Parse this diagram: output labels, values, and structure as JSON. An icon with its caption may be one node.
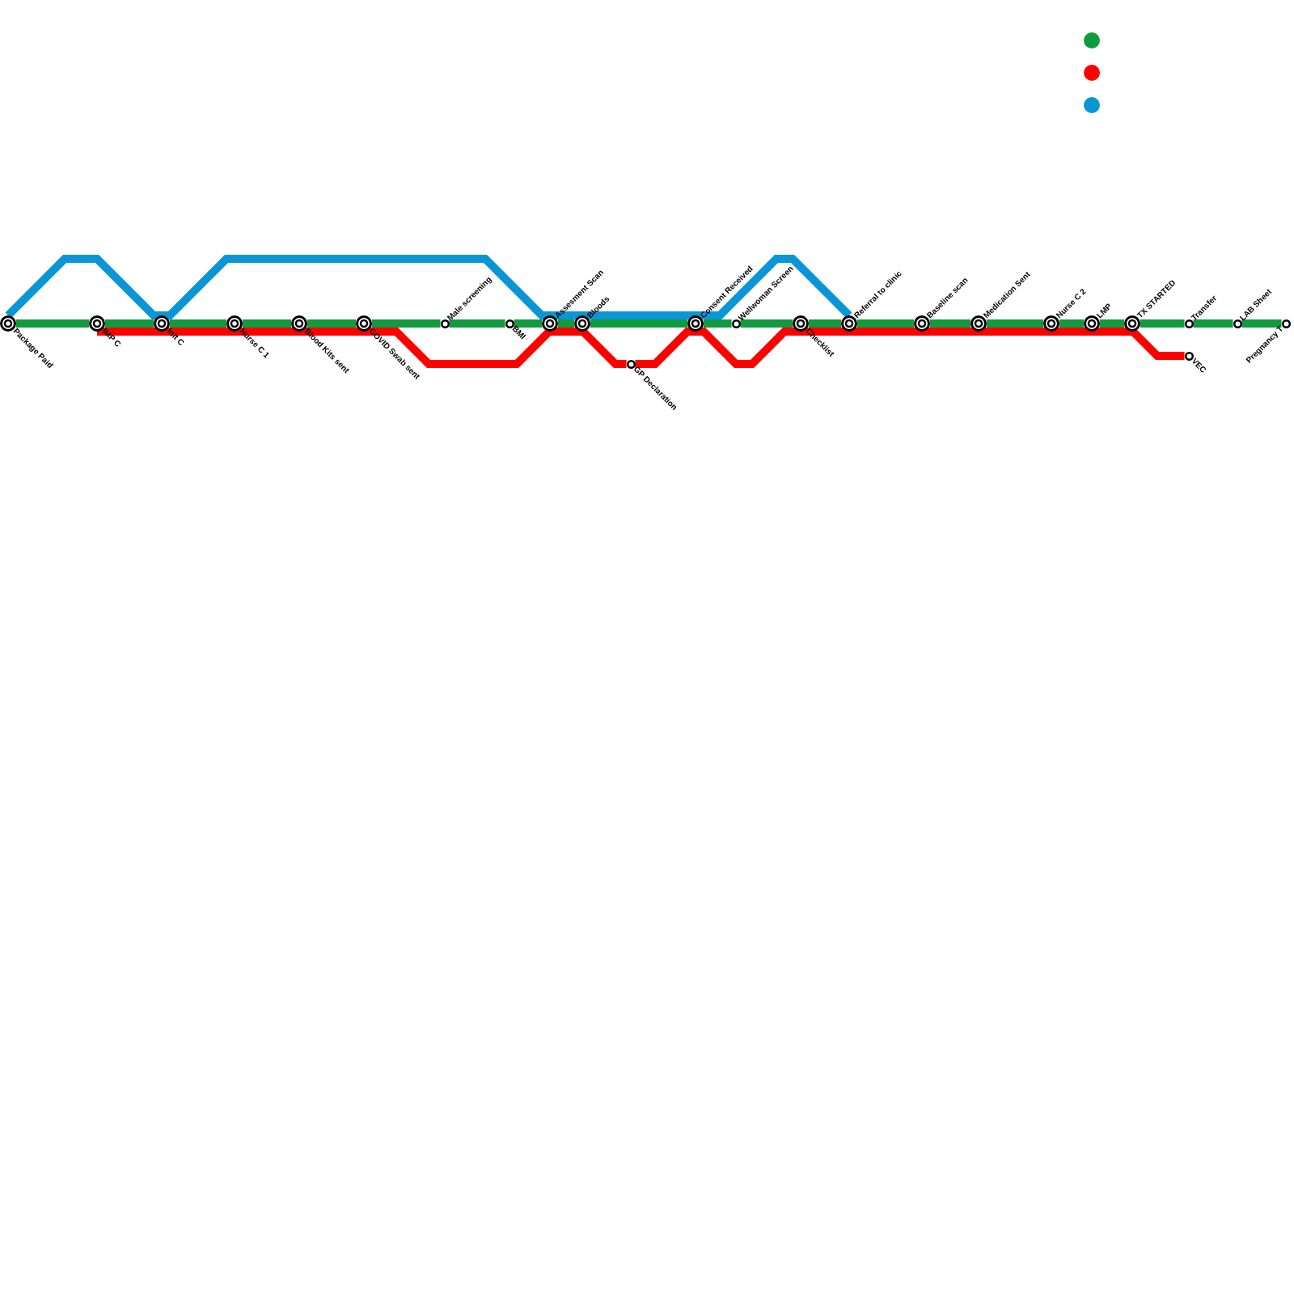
{
  "diagram": {
    "nodes": [
      {
        "text": [],
        "shape": "dot"
      },
      {
        "text": [],
        "shape": "dot"
      },
      {
        "text": [],
        "shape": "dot"
      },
      {
        "text": [],
        "shape": "target",
        "beside": [
          "Package Paid"
        ]
      },
      {
        "text": [],
        "shape": "target",
        "beside": [
          "IMP C"
        ]
      },
      {
        "text": [],
        "shape": "target",
        "beside": [
          "Init C"
        ]
      },
      {
        "text": [],
        "shape": "target",
        "beside": [
          "Nurse C 1"
        ]
      },
      {
        "text": [],
        "shape": "target",
        "beside": [
          "Blood Kits sent"
        ]
      },
      {
        "text": [],
        "shape": "target",
        "beside": [
          "COVID Swab sent"
        ]
      },
      {
        "text": [],
        "shape": "circle",
        "beside": [
          "Male screening"
        ]
      },
      {
        "text": [],
        "shape": "circle",
        "beside": [
          "BMI"
        ]
      },
      {
        "text": [],
        "shape": "target",
        "beside": [
          "Assesment Scan"
        ]
      },
      {
        "text": [],
        "shape": "target",
        "beside": [
          "Bloods"
        ]
      },
      {
        "text": [],
        "shape": "circle",
        "beside": [
          "GP Declaration"
        ]
      },
      {
        "text": [],
        "shape": "target",
        "beside": [
          "Consent Received"
        ]
      },
      {
        "text": [],
        "shape": "circle",
        "beside": [
          "Wellwoman Screen"
        ]
      },
      {
        "text": [],
        "shape": "target",
        "beside": [
          "Checklist"
        ]
      },
      {
        "text": [],
        "shape": "target",
        "beside": [
          "Referral to clinic"
        ]
      },
      {
        "text": [],
        "shape": "target",
        "beside": [
          "Baseline scan"
        ]
      },
      {
        "text": [],
        "shape": "target",
        "beside": [
          "Medication Sent"
        ]
      },
      {
        "text": [],
        "shape": "target",
        "beside": [
          "Nurse C 2"
        ]
      },
      {
        "text": [],
        "shape": "target",
        "beside": [
          "LMP"
        ]
      },
      {
        "text": [],
        "shape": "target",
        "beside": [
          "TX STARTED"
        ]
      },
      {
        "text": [],
        "shape": "circle",
        "beside": [
          "Transfer"
        ]
      },
      {
        "text": [],
        "shape": "circle",
        "beside": [
          "VEC"
        ]
      },
      {
        "text": [],
        "shape": "circle",
        "beside": [
          "LAB Sheet"
        ]
      },
      {
        "text": [],
        "shape": "circle",
        "beside": [
          "Pregnancy T"
        ]
      }
    ],
    "edges": [
      {
        "from": 3,
        "to": 4,
        "arrow": "none",
        "color": "#129a3f"
      },
      {
        "from": 4,
        "to": 5,
        "arrow": "none",
        "color": "#129a3f"
      },
      {
        "from": 5,
        "to": 6,
        "arrow": "none",
        "color": "#129a3f"
      },
      {
        "from": 6,
        "to": 7,
        "arrow": "none",
        "color": "#129a3f"
      },
      {
        "from": 7,
        "to": 8,
        "arrow": "none",
        "color": "#129a3f"
      },
      {
        "from": 8,
        "to": 9,
        "arrow": "none",
        "color": "#129a3f"
      },
      {
        "from": 9,
        "to": 10,
        "arrow": "none",
        "color": "#129a3f"
      },
      {
        "from": 10,
        "to": 11,
        "arrow": "none",
        "color": "#129a3f"
      },
      {
        "from": 11,
        "to": 12,
        "arrow": "none",
        "color": "#129a3f"
      },
      {
        "from": 12,
        "to": 14,
        "arrow": "none",
        "color": "#129a3f"
      },
      {
        "from": 14,
        "to": 15,
        "arrow": "none",
        "color": "#129a3f"
      },
      {
        "from": 15,
        "to": 16,
        "arrow": "none",
        "color": "#129a3f"
      },
      {
        "from": 16,
        "to": 17,
        "arrow": "none",
        "color": "#129a3f"
      },
      {
        "from": 17,
        "to": 18,
        "arrow": "none",
        "color": "#129a3f"
      },
      {
        "from": 18,
        "to": 19,
        "arrow": "none",
        "color": "#129a3f"
      },
      {
        "from": 19,
        "to": 20,
        "arrow": "none",
        "color": "#129a3f"
      },
      {
        "from": 20,
        "to": 21,
        "arrow": "none",
        "color": "#129a3f"
      },
      {
        "from": 21,
        "to": 22,
        "arrow": "none",
        "color": "#129a3f"
      },
      {
        "from": 22,
        "to": 23,
        "arrow": "none",
        "color": "#129a3f"
      },
      {
        "from": 23,
        "to": 25,
        "arrow": "none",
        "color": "#129a3f"
      },
      {
        "from": 25,
        "to": 26,
        "arrow": "none",
        "color": "#129a3f"
      },
      {
        "from": 4,
        "to": 5,
        "arrow": "none",
        "color": "#ff0000"
      },
      {
        "from": 5,
        "to": 6,
        "arrow": "none",
        "color": "#ff0000"
      },
      {
        "from": 6,
        "to": 7,
        "arrow": "none",
        "color": "#ff0000"
      },
      {
        "from": 7,
        "to": 8,
        "arrow": "none",
        "color": "#ff0000"
      },
      {
        "from": 8,
        "to": 11,
        "arrow": "none",
        "color": "#ff0000"
      },
      {
        "from": 11,
        "to": 12,
        "arrow": "none",
        "color": "#ff0000"
      },
      {
        "from": 12,
        "to": 13,
        "arrow": "none",
        "color": "#ff0000"
      },
      {
        "from": 13,
        "to": 14,
        "arrow": "none",
        "color": "#ff0000"
      },
      {
        "from": 14,
        "to": 16,
        "arrow": "none",
        "color": "#ff0000"
      },
      {
        "from": 16,
        "to": 17,
        "arrow": "none",
        "color": "#ff0000"
      },
      {
        "from": 17,
        "to": 18,
        "arrow": "none",
        "color": "#ff0000"
      },
      {
        "from": 18,
        "to": 19,
        "arrow": "none",
        "color": "#ff0000"
      },
      {
        "from": 19,
        "to": 20,
        "arrow": "none",
        "color": "#ff0000"
      },
      {
        "from": 20,
        "to": 21,
        "arrow": "none",
        "color": "#ff0000"
      },
      {
        "from": 21,
        "to": 22,
        "arrow": "none",
        "color": "#ff0000"
      },
      {
        "from": 22,
        "to": 24,
        "arrow": "none",
        "color": "#ff0000"
      },
      {
        "from": 3,
        "to": 5,
        "arrow": "none",
        "color": "#0a96d6"
      },
      {
        "from": 5,
        "to": 11,
        "arrow": "none",
        "color": "#0a96d6"
      },
      {
        "from": 11,
        "to": 12,
        "arrow": "none",
        "color": "#0a96d6"
      },
      {
        "from": 12,
        "to": 14,
        "arrow": "none",
        "color": "#0a96d6"
      },
      {
        "from": 14,
        "to": 17,
        "arrow": "none",
        "color": "#0a96d6"
      }
    ]
  }
}
